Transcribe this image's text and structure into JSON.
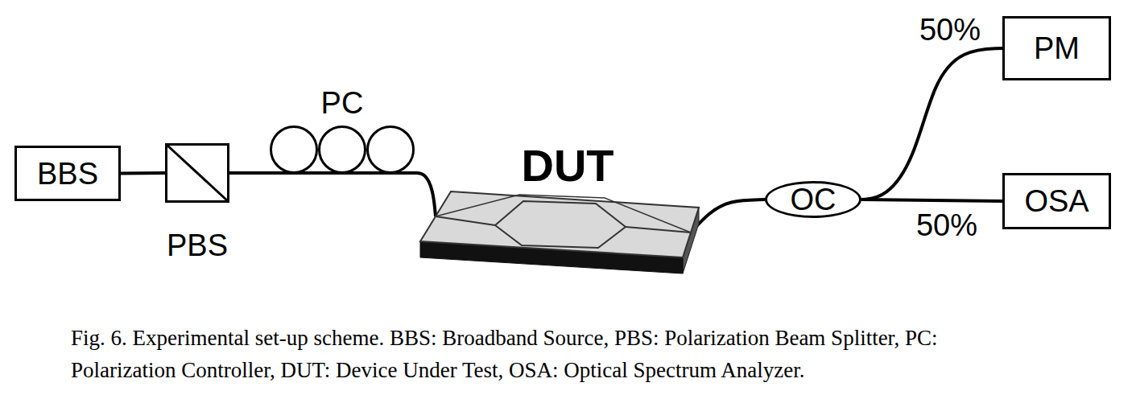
{
  "diagram": {
    "caption": "Fig. 6. Experimental set-up scheme. BBS: Broadband Source, PBS: Polarization Beam Splitter, PC: Polarization Controller, DUT: Device Under Test, OSA: Optical Spectrum Analyzer.",
    "nodes": [
      {
        "text": [
          "BBS"
        ]
      },
      {
        "text": [
          "PBS"
        ]
      },
      {
        "text": [
          "PC"
        ]
      },
      {
        "text": [
          "DUT"
        ]
      },
      {
        "text": [
          "OC"
        ]
      },
      {
        "text": [
          "PM"
        ]
      },
      {
        "text": [
          "OSA"
        ]
      }
    ],
    "edges": [
      {
        "from": 0,
        "to": 1,
        "arrow": "none"
      },
      {
        "from": 1,
        "to": 2,
        "arrow": "none"
      },
      {
        "from": 2,
        "to": 3,
        "arrow": "none"
      },
      {
        "from": 3,
        "to": 4,
        "arrow": "none"
      },
      {
        "from": 4,
        "to": 5,
        "label": "50%",
        "arrow": "none"
      },
      {
        "from": 4,
        "to": 6,
        "label": "50%",
        "arrow": "none"
      }
    ]
  }
}
